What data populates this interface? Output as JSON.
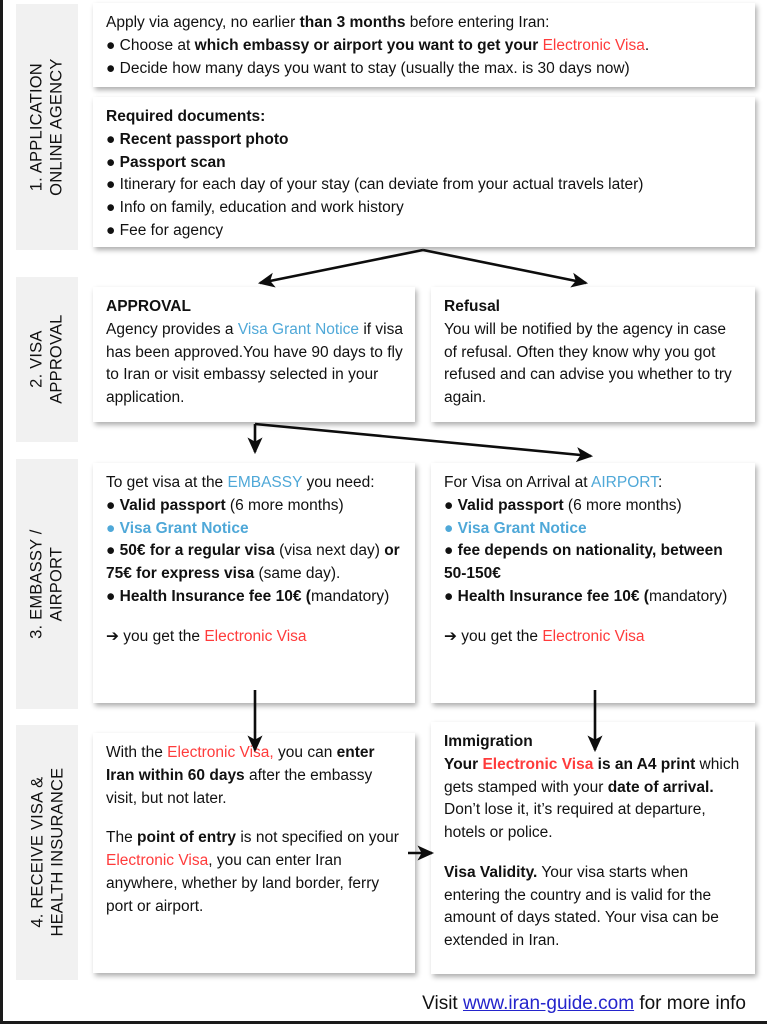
{
  "colors": {
    "accent_red": "#ff3b3b",
    "accent_blue": "#4fa8d8",
    "link_blue": "#2424cc",
    "sidebar_bg": "#f1f1f1"
  },
  "steps": [
    {
      "line1": "1. APPLICATION",
      "line2": "ONLINE AGENCY"
    },
    {
      "line1": "2. VISA",
      "line2": "APPROVAL"
    },
    {
      "line1": "3. EMBASSY /",
      "line2": "AIRPORT"
    },
    {
      "line1": "4. RECEIVE VISA &",
      "line2": "HEALTH INSURANCE"
    }
  ],
  "cards": {
    "apply": {
      "l1_a": "Apply via agency, no earlier ",
      "l1_b": "than 3 months",
      "l1_c": " before entering Iran:",
      "l2_a": "Choose at ",
      "l2_b": "which embassy or airport you want to get your ",
      "l2_c": "Electronic Visa",
      "l2_d": ".",
      "l3": "Decide how many days you want to stay (usually the max. is  30 days now)"
    },
    "documents": {
      "title": "Required documents:",
      "items": [
        "Recent passport photo",
        "Passport scan",
        "Itinerary for each day of your stay (can deviate from your actual travels later)",
        "Info on family, education and work history",
        "Fee for agency"
      ]
    },
    "approval": {
      "title": "APPROVAL",
      "body_a": "Agency provides a ",
      "body_b": "Visa Grant Notice",
      "body_c": " if visa has been approved.You have 90 days to fly to Iran or visit embassy selected  in your application."
    },
    "refusal": {
      "title": "Refusal",
      "body": "You will be notified by the agency in case of refusal. Often they know why you got refused and can advise you whether to try again."
    },
    "embassy": {
      "head_a": "To get visa at the ",
      "head_b": "EMBASSY",
      "head_c": " you need:",
      "b1_a": "Valid passport",
      "b1_b": " (6 more months)",
      "b2": "Visa Grant Notice",
      "b3_a": "50€ for a regular visa",
      "b3_b": " (visa next day)",
      "b3_c": "or 75€ for express visa",
      "b3_d": " (same day).",
      "b4_a": "Health Insurance fee 10€",
      "b4_b": "(",
      "b4_c": "mandatory)",
      "result_a": "➔ you get the ",
      "result_b": "Electronic Visa"
    },
    "airport": {
      "head_a": "For Visa on Arrival at ",
      "head_b": "AIRPORT",
      "head_c": ":",
      "b1_a": "Valid passport",
      "b1_b": " (6 more months)",
      "b2": "Visa Grant Notice",
      "b3_a": "fee depends on nationality,",
      "b3_b": "between 50-150€",
      "b4_a": "Health Insurance fee 10€",
      "b4_b": "(",
      "b4_c": "mandatory)",
      "result_a": "➔ you get the ",
      "result_b": "Electronic Visa"
    },
    "receive": {
      "p1_a": "With the ",
      "p1_b": "Electronic Visa,",
      "p1_c": " you can ",
      "p1_d": "enter Iran within 60 days",
      "p1_e": " after the embassy visit, but not later.",
      "p2_a": "The ",
      "p2_b": "point of entry",
      "p2_c": " is not specified on your ",
      "p2_d": "Electronic Visa",
      "p2_e": ", you can enter Iran anywhere, whether by land border, ferry port or airport."
    },
    "immigration": {
      "title": "Immigration",
      "p1_a": "Your ",
      "p1_b": "Electronic Visa",
      "p1_c": " is an A4 print",
      "p1_d": " which gets stamped with your ",
      "p1_e": "date of arrival.",
      "p1_f": " Don’t lose it, it’s required at departure, hotels or police.",
      "p2_a": "Visa Validity.",
      "p2_b": " Your visa starts when entering the country and is valid for the amount of days stated. Your visa can be extended in Iran."
    }
  },
  "footer": {
    "prefix": "Visit ",
    "link": "www.iran-guide.com",
    "suffix": " for more info"
  }
}
